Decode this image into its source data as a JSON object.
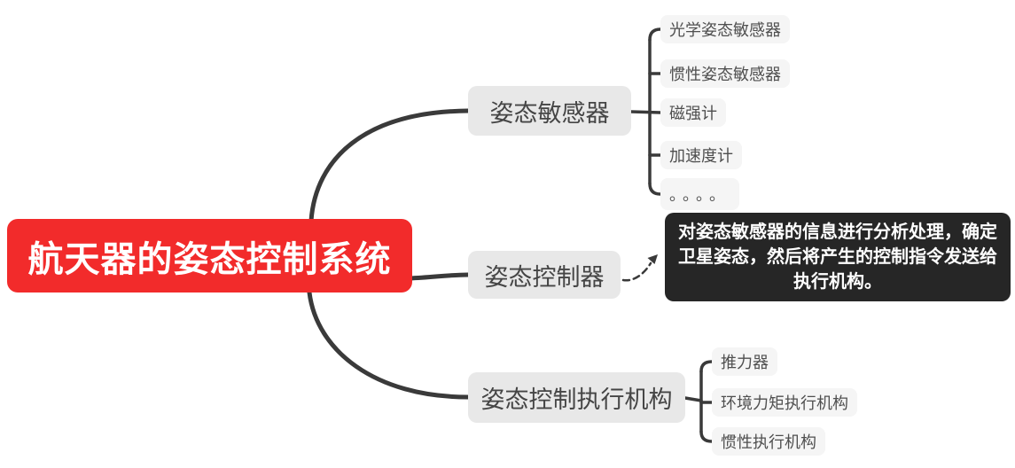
{
  "mindmap": {
    "root": {
      "label": "航天器的姿态控制系统"
    },
    "branches": [
      {
        "label": "姿态敏感器",
        "children": [
          {
            "label": "光学姿态敏感器"
          },
          {
            "label": "惯性姿态敏感器"
          },
          {
            "label": "磁强计"
          },
          {
            "label": "加速度计"
          },
          {
            "label": "。。。。"
          }
        ]
      },
      {
        "label": "姿态控制器",
        "note": "对姿态敏感器的信息进行分析处理，确定卫星姿态，然后将产生的控制指令发送给执行机构。"
      },
      {
        "label": "姿态控制执行机构",
        "children": [
          {
            "label": "推力器"
          },
          {
            "label": "环境力矩执行机构"
          },
          {
            "label": "惯性执行机构"
          }
        ]
      }
    ]
  },
  "colors": {
    "root_bg": "#f22b2b",
    "root_text": "#ffffff",
    "branch_bg": "#e8e8e8",
    "leaf_bg": "#f5f5f5",
    "note_bg": "#262626",
    "note_text": "#ffffff",
    "connector": "#3a3a3a"
  }
}
